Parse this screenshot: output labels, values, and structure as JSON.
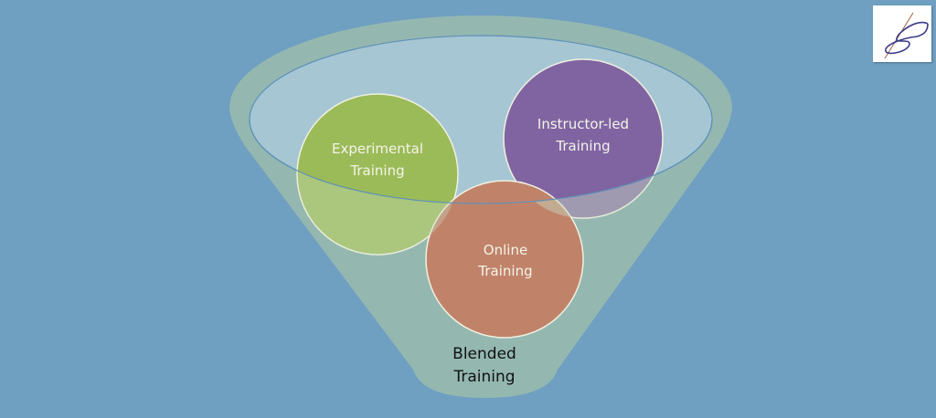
{
  "diagram": {
    "funnel_label": [
      "Blended",
      "Training"
    ],
    "circles": [
      {
        "id": "experimental",
        "lines": [
          "Experimental",
          "Training"
        ],
        "color": "#9bbb59"
      },
      {
        "id": "instructor",
        "lines": [
          "Instructor-led",
          "Training"
        ],
        "color": "#8064a2"
      },
      {
        "id": "online",
        "lines": [
          "Online",
          "Training"
        ],
        "color": "#c0836a"
      }
    ],
    "colors": {
      "background": "#6f9fc1",
      "funnel": "#94b8b0",
      "inner": "#a6c6d3"
    }
  }
}
